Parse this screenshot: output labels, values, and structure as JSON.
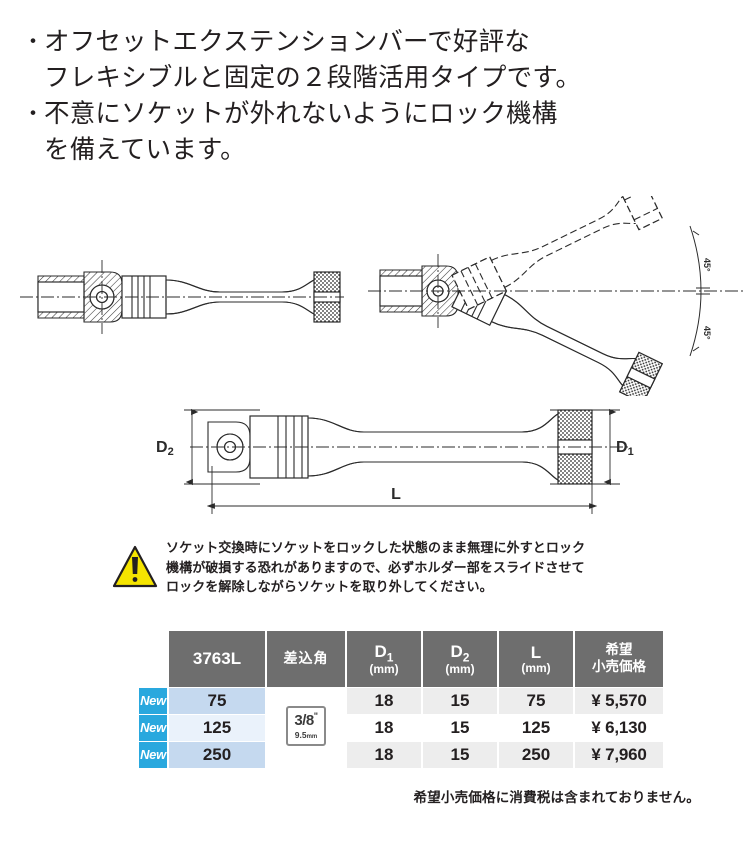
{
  "features": [
    {
      "bullet": "・",
      "lines": [
        "オフセットエクステンションバーで好評な",
        "フレキシブルと固定の２段階活用タイプです。"
      ]
    },
    {
      "bullet": "・",
      "lines": [
        "不意にソケットが外れないようにロック機構",
        "を備えています。"
      ]
    }
  ],
  "diagrams": {
    "straight_view_name": "straight-assembly-drawing",
    "flex_view_name": "flex-range-drawing",
    "flex_angle_upper": "45°",
    "flex_angle_lower": "45°",
    "dimension_labels": {
      "d1": "D",
      "d1_sub": "1",
      "d2": "D",
      "d2_sub": "2",
      "length": "L"
    }
  },
  "caution": {
    "icon": "warning-triangle-icon",
    "lines": [
      "ソケット交換時にソケットをロックした状態のまま無理に外すとロック",
      "機構が破損する恐れがありますので、必ずホルダー部をスライドさせて",
      "ロックを解除しながらソケットを取り外してください。"
    ]
  },
  "table": {
    "headers": {
      "model": "3763L",
      "drive": "差込角",
      "d1_main": "D",
      "d1_sub": "1",
      "d1_unit": "(mm)",
      "d2_main": "D",
      "d2_sub": "2",
      "d2_unit": "(mm)",
      "l_main": "L",
      "l_unit": "(mm)",
      "price_line1": "希望",
      "price_line2": "小売価格"
    },
    "drive_badge": {
      "fraction": "3/8",
      "unit_mark": "\"",
      "metric": "9.5",
      "metric_unit": "mm"
    },
    "new_label": "New",
    "rows": [
      {
        "new": "New",
        "model": "75",
        "d1": "18",
        "d2": "15",
        "l": "75",
        "price": "¥ 5,570"
      },
      {
        "new": "New",
        "model": "125",
        "d1": "18",
        "d2": "15",
        "l": "125",
        "price": "¥ 6,130"
      },
      {
        "new": "New",
        "model": "250",
        "d1": "18",
        "d2": "15",
        "l": "250",
        "price": "¥ 7,960"
      }
    ]
  },
  "footnote": "希望小売価格に消費税は含まれておりません。",
  "colors": {
    "header_gray": "#6e6e6e",
    "new_blue": "#29a8de",
    "model_band": "#c5d9ef",
    "model_band_alt": "#eaf2fb",
    "data_band": "#ededed",
    "caution_yellow": "#f5e400",
    "text": "#231f20"
  }
}
